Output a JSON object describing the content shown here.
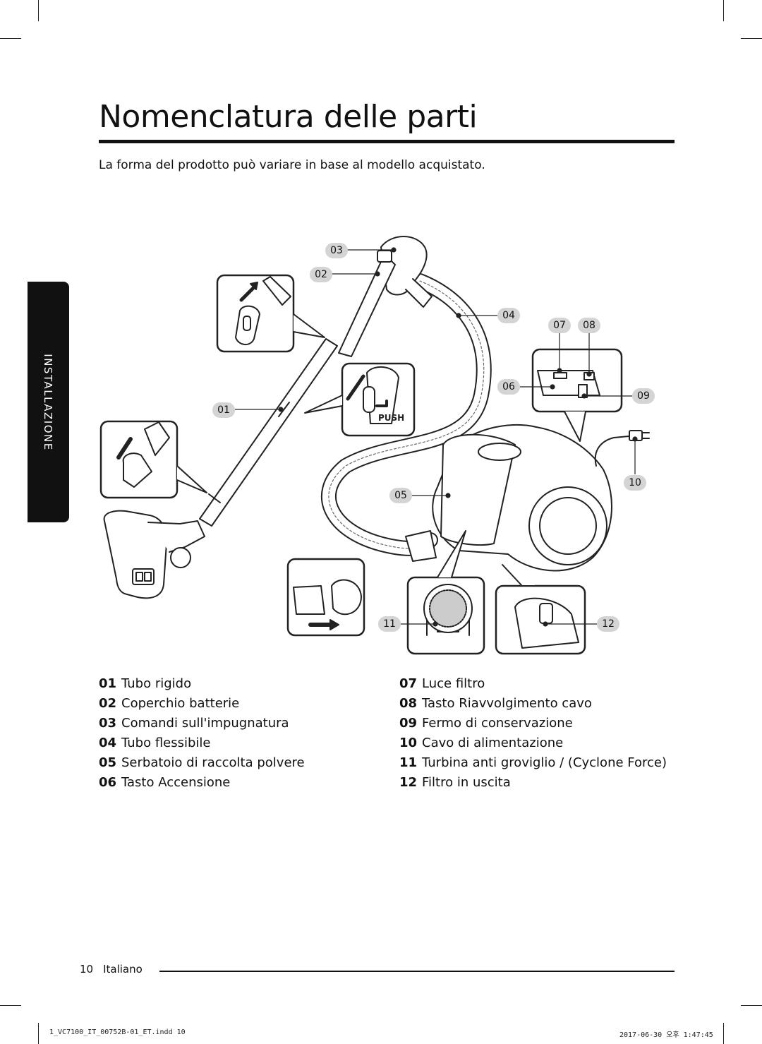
{
  "page": {
    "title": "Nomenclatura delle parti",
    "subtitle": "La forma del prodotto può variare in base al modello acquistato.",
    "side_tab": "INSTALLAZIONE"
  },
  "figure": {
    "callouts": [
      "01",
      "02",
      "03",
      "04",
      "05",
      "06",
      "07",
      "08",
      "09",
      "10",
      "11",
      "12"
    ],
    "push_label": "PUSH"
  },
  "legend": {
    "left": [
      {
        "num": "01",
        "label": "Tubo rigido"
      },
      {
        "num": "02",
        "label": "Coperchio batterie"
      },
      {
        "num": "03",
        "label": "Comandi sull'impugnatura"
      },
      {
        "num": "04",
        "label": "Tubo flessibile"
      },
      {
        "num": "05",
        "label": "Serbatoio di raccolta polvere"
      },
      {
        "num": "06",
        "label": "Tasto Accensione"
      }
    ],
    "right": [
      {
        "num": "07",
        "label": "Luce filtro"
      },
      {
        "num": "08",
        "label": "Tasto Riavvolgimento cavo"
      },
      {
        "num": "09",
        "label": "Fermo di conservazione"
      },
      {
        "num": "10",
        "label": "Cavo di alimentazione"
      },
      {
        "num": "11",
        "label": "Turbina anti groviglio / (Cyclone Force)"
      },
      {
        "num": "12",
        "label": "Filtro in uscita"
      }
    ]
  },
  "footer": {
    "page_number": "10",
    "language": "Italiano",
    "file_slug": "1_VC7100_IT_00752B-01_ET.indd   10",
    "date_slug": "2017-06-30   오후 1:47:45"
  }
}
